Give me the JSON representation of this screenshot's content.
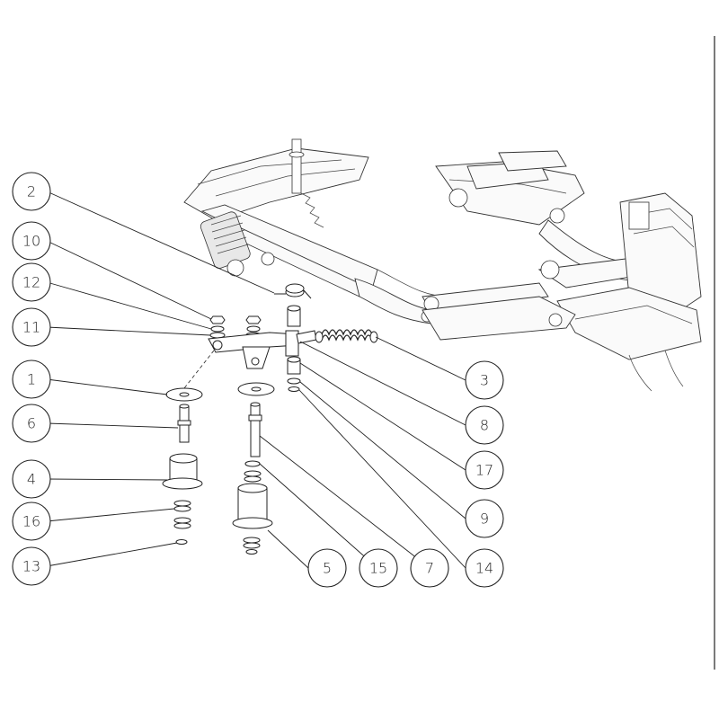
{
  "diagram": {
    "callouts": [
      {
        "id": "c2",
        "label": "2"
      },
      {
        "id": "c10",
        "label": "10"
      },
      {
        "id": "c12",
        "label": "12"
      },
      {
        "id": "c11",
        "label": "11"
      },
      {
        "id": "c1",
        "label": "1"
      },
      {
        "id": "c6",
        "label": "6"
      },
      {
        "id": "c4",
        "label": "4"
      },
      {
        "id": "c16",
        "label": "16"
      },
      {
        "id": "c13",
        "label": "13"
      },
      {
        "id": "c3",
        "label": "3"
      },
      {
        "id": "c8",
        "label": "8"
      },
      {
        "id": "c17",
        "label": "17"
      },
      {
        "id": "c9",
        "label": "9"
      },
      {
        "id": "c14",
        "label": "14"
      },
      {
        "id": "c7",
        "label": "7"
      },
      {
        "id": "c15",
        "label": "15"
      },
      {
        "id": "c5",
        "label": "5"
      }
    ]
  }
}
